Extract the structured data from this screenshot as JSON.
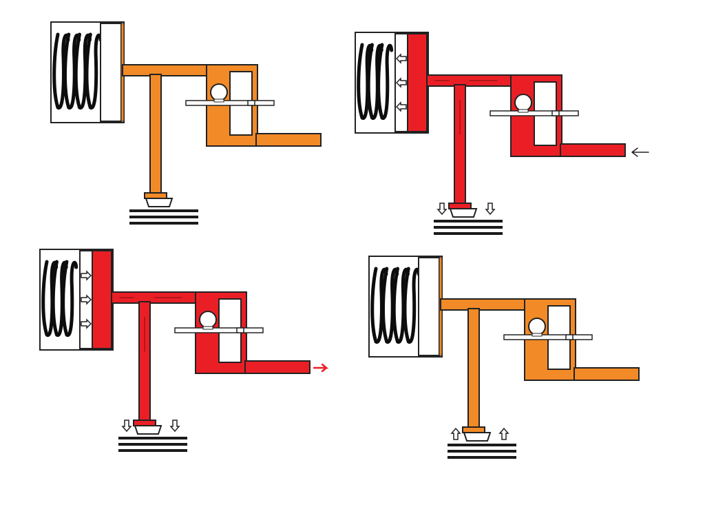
{
  "colors": {
    "background": "#ffffff",
    "outline": "#222222",
    "idle_fluid": "#f28a27",
    "active_fluid": "#ea1f26",
    "spring": "#0d0d0d",
    "piston": "#ffffff",
    "pad": "#1a1a1a"
  },
  "icons": {
    "spring": "coil-spring-icon",
    "valve_ball": "ball-valve-icon",
    "brake_pad": "brake-pad-icon",
    "flow_arrow": "arrow-icon"
  },
  "panels": [
    {
      "id": "top-left",
      "state": "idle",
      "fluid": "idle_fluid",
      "spring": "extended",
      "piston_arrows": "none",
      "pad_arrows": "none",
      "port_arrow": "none"
    },
    {
      "id": "top-right",
      "state": "pressurizing",
      "fluid": "active_fluid",
      "spring": "compressed",
      "piston_arrows": "left",
      "pad_arrows": "down",
      "port_arrow": "inflow"
    },
    {
      "id": "bottom-left",
      "state": "venting",
      "fluid": "active_fluid",
      "spring": "compressed",
      "piston_arrows": "right",
      "pad_arrows": "down",
      "port_arrow": "outflow"
    },
    {
      "id": "bottom-right",
      "state": "released",
      "fluid": "idle_fluid",
      "spring": "extended",
      "piston_arrows": "none",
      "pad_arrows": "up",
      "port_arrow": "none"
    }
  ]
}
